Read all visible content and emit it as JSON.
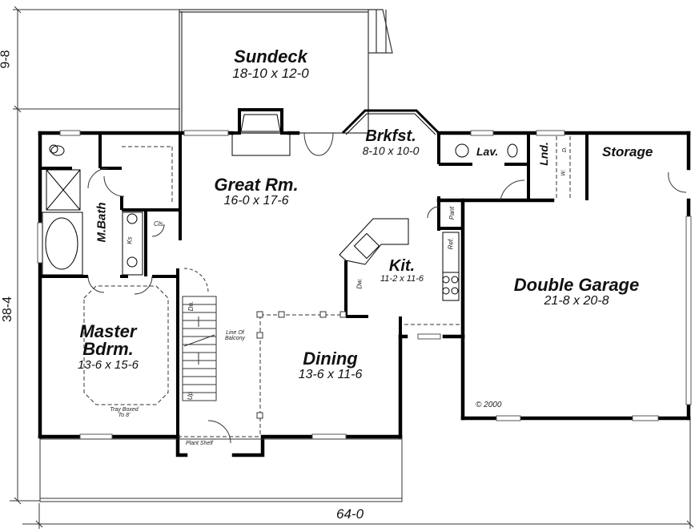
{
  "plan": {
    "type": "floor-plan",
    "copyright": "© 2000",
    "overall_dimensions": {
      "width": "64-0",
      "depth": "38-4",
      "deck_depth": "9-8"
    }
  },
  "rooms": {
    "sundeck": {
      "name": "Sundeck",
      "size": "18-10 x 12-0"
    },
    "breakfast": {
      "name": "Brkfst.",
      "size": "8-10 x 10-0"
    },
    "great_room": {
      "name": "Great Rm.",
      "size": "16-0 x 17-6"
    },
    "kitchen": {
      "name": "Kit.",
      "size": "11-2 x 11-6"
    },
    "master_bedroom": {
      "name_line1": "Master",
      "name_line2": "Bdrm.",
      "size": "13-6 x 15-6",
      "note_line1": "Tray Boxed",
      "note_line2": "To 8'"
    },
    "master_bath": {
      "name": "M.Bath"
    },
    "dining": {
      "name": "Dining",
      "size": "13-6 x 11-6"
    },
    "double_garage": {
      "name": "Double Garage",
      "size": "21-8 x 20-8"
    },
    "storage": {
      "name": "Storage"
    },
    "lavatory": {
      "name": "Lav."
    },
    "laundry": {
      "name": "Lnd."
    }
  },
  "fixtures": {
    "closet": "Cls.",
    "vanity": "Ks",
    "pantry": "Pant",
    "refrigerator": "Ref.",
    "dishwasher": "Dw.",
    "washer": "W.",
    "dryer": "D.",
    "stairs_down": "Dn.",
    "stairs_up": "Up",
    "balcony_line_1": "Line Of",
    "balcony_line_2": "Balcony",
    "plant_shelf": "Plant Shelf"
  },
  "colors": {
    "wall": "#000000",
    "line": "#333333",
    "background": "#ffffff"
  }
}
